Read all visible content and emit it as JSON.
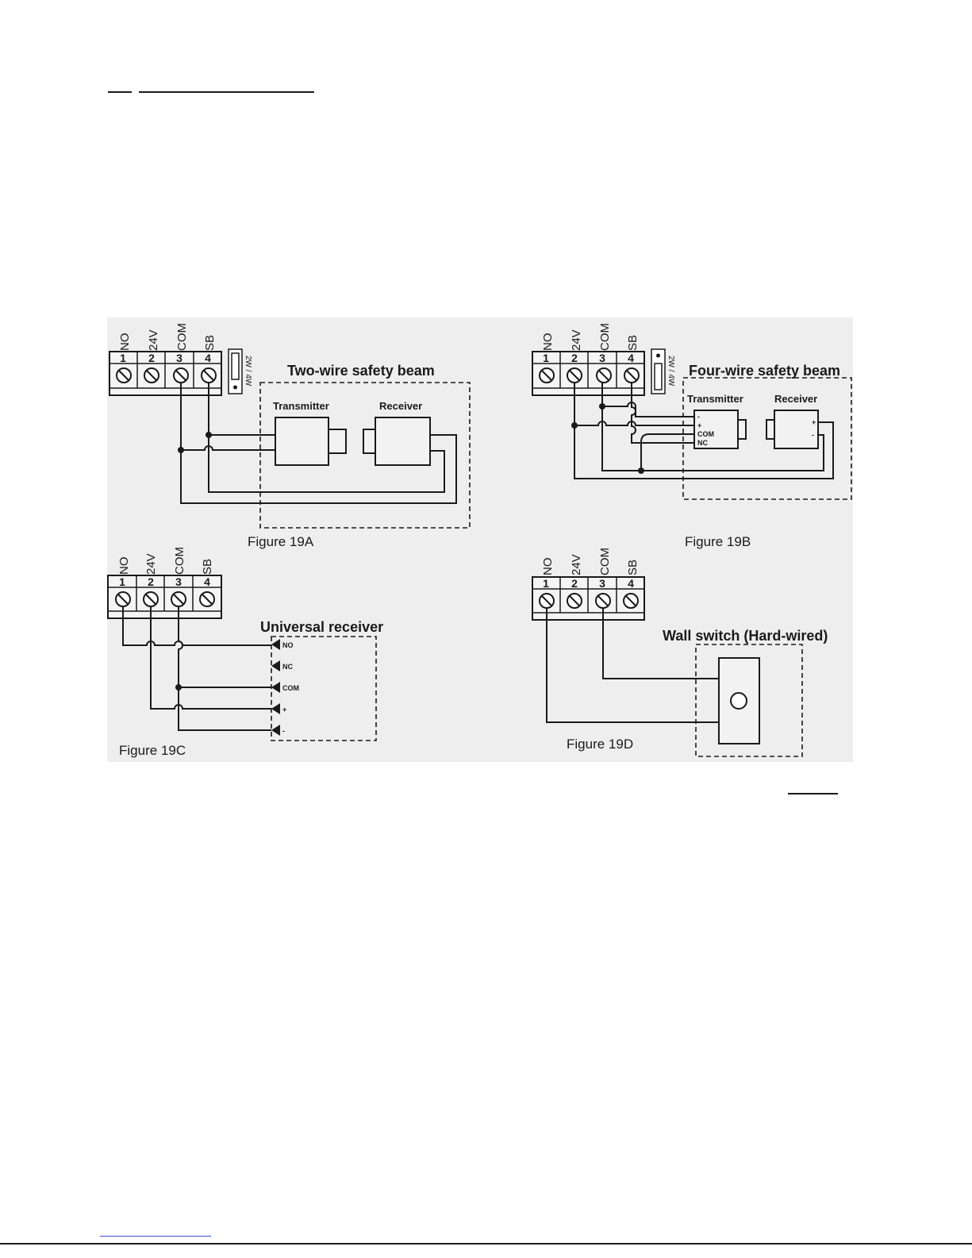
{
  "terminals": {
    "labels": [
      "NO",
      "24V",
      "COM",
      "SB"
    ],
    "numbers": [
      "1",
      "2",
      "3",
      "4"
    ]
  },
  "jumper_label": "2W / 4W",
  "fig_a": {
    "title": "Two-wire safety beam",
    "transmitter": "Transmitter",
    "receiver": "Receiver",
    "caption": "Figure 19A"
  },
  "fig_b": {
    "title": "Four-wire safety beam",
    "transmitter": "Transmitter",
    "receiver": "Receiver",
    "tx_pins": [
      "-",
      "+",
      "COM",
      "NC"
    ],
    "rx_pins": [
      "+",
      "-"
    ],
    "caption": "Figure 19B"
  },
  "fig_c": {
    "title": "Universal receiver",
    "pins": [
      "NO",
      "NC",
      "COM",
      "+",
      "-"
    ],
    "caption": "Figure 19C"
  },
  "fig_d": {
    "title": "Wall switch (Hard-wired)",
    "caption": "Figure 19D"
  }
}
